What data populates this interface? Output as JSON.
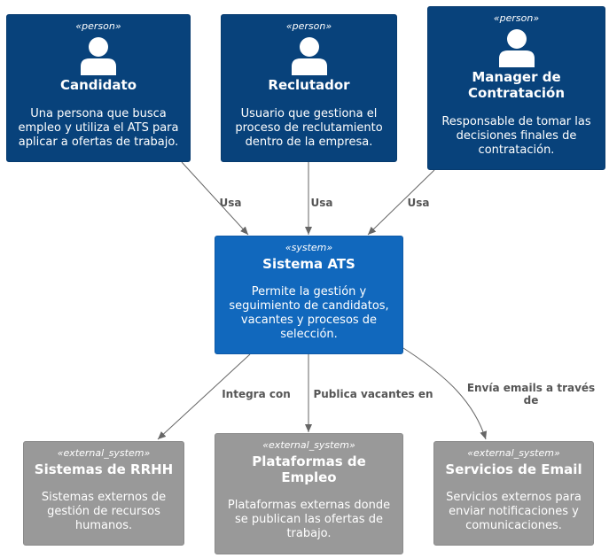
{
  "persons": [
    {
      "stereotype": "«person»",
      "name": "Candidato",
      "description": "Una persona que busca empleo y utiliza el ATS para aplicar a ofertas de trabajo."
    },
    {
      "stereotype": "«person»",
      "name": "Reclutador",
      "description": "Usuario que gestiona el proceso de reclutamiento dentro de la empresa."
    },
    {
      "stereotype": "«person»",
      "name": "Manager de Contratación",
      "description": "Responsable de tomar las decisiones finales de contratación."
    }
  ],
  "system": {
    "stereotype": "«system»",
    "name": "Sistema ATS",
    "description": "Permite la gestión y seguimiento de candidatos, vacantes y procesos de selección."
  },
  "external_systems": [
    {
      "stereotype": "«external_system»",
      "name": "Sistemas de RRHH",
      "description": "Sistemas externos de gestión de recursos humanos."
    },
    {
      "stereotype": "«external_system»",
      "name": "Plataformas de Empleo",
      "description": "Plataformas externas donde se publican las ofertas de trabajo."
    },
    {
      "stereotype": "«external_system»",
      "name": "Servicios de Email",
      "description": "Servicios externos para enviar notificaciones y comunicaciones."
    }
  ],
  "edges": [
    {
      "label": "Usa"
    },
    {
      "label": "Usa"
    },
    {
      "label": "Usa"
    },
    {
      "label": "Integra con"
    },
    {
      "label": "Publica vacantes en"
    },
    {
      "label": "Envía emails a través de"
    }
  ],
  "colors": {
    "person": "#08427b",
    "system": "#1168bd",
    "external_system": "#999999",
    "edge": "#666666"
  },
  "icons": [
    "person-icon"
  ]
}
